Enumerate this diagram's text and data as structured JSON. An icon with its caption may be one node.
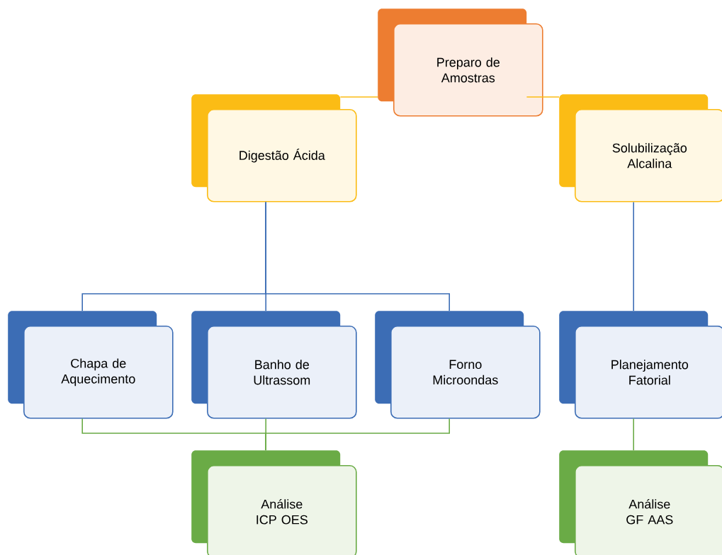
{
  "diagram": {
    "nodes": [
      {
        "text": [
          "Preparo de Amostras"
        ]
      },
      {
        "text": [
          "Digestão Ácida"
        ]
      },
      {
        "text": [
          "Solubilização Alcalina"
        ]
      },
      {
        "text": [
          "Chapa de Aquecimento"
        ]
      },
      {
        "text": [
          "Banho de Ultrassom"
        ]
      },
      {
        "text": [
          "Forno Microondas"
        ]
      },
      {
        "text": [
          "Planejamento Fatorial"
        ]
      },
      {
        "text": [
          "Análise ICP OES"
        ]
      },
      {
        "text": [
          "Análise GF AAS"
        ]
      }
    ],
    "edges": [
      {
        "from": 0,
        "to": 1,
        "arrow": "none",
        "color": "#fbbc15"
      },
      {
        "from": 0,
        "to": 2,
        "arrow": "none",
        "color": "#fbbc15"
      },
      {
        "from": 1,
        "to": 3,
        "arrow": "none",
        "color": "#3c6db5"
      },
      {
        "from": 1,
        "to": 4,
        "arrow": "none",
        "color": "#3c6db5"
      },
      {
        "from": 1,
        "to": 5,
        "arrow": "none",
        "color": "#3c6db5"
      },
      {
        "from": 2,
        "to": 6,
        "arrow": "none",
        "color": "#3c6db5"
      },
      {
        "from": 3,
        "to": 7,
        "arrow": "none",
        "color": "#6aab46"
      },
      {
        "from": 4,
        "to": 7,
        "arrow": "none",
        "color": "#6aab46"
      },
      {
        "from": 5,
        "to": 7,
        "arrow": "none",
        "color": "#6aab46"
      },
      {
        "from": 6,
        "to": 8,
        "arrow": "none",
        "color": "#6aab46"
      }
    ]
  }
}
